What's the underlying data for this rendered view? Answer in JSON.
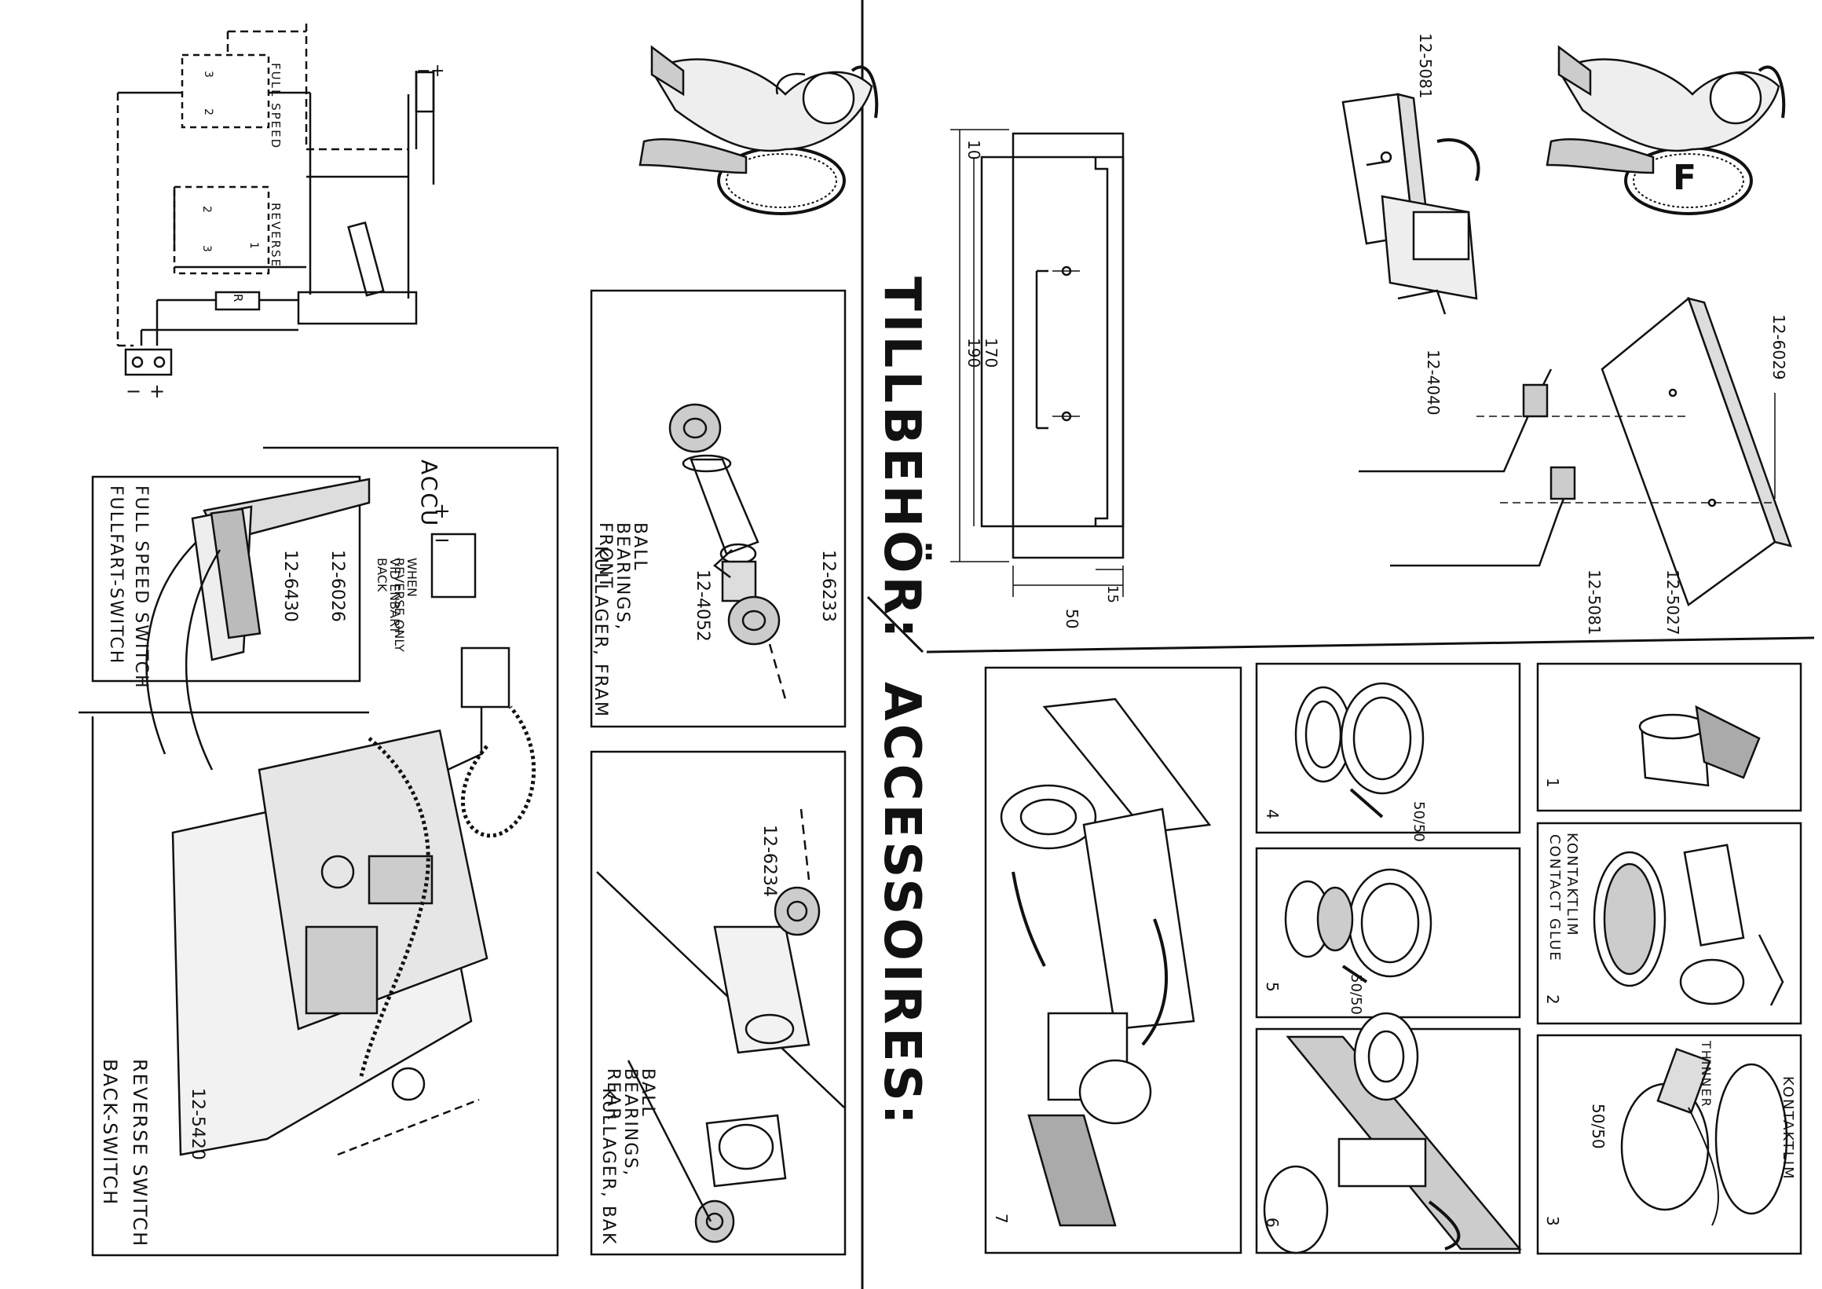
{
  "headings": {
    "tillbehor": "TILLBEHÖR:",
    "accessoires": "ACCESSOIRES:"
  },
  "wiring": {
    "full_speed": "FULL SPEED",
    "reverse": "REVERSE",
    "resistor": "R",
    "pin_3": "3",
    "pin_2": "2",
    "pin_2b": "2",
    "pin_3b": "3",
    "pin_1": "1",
    "minus": "−",
    "plus": "+",
    "plus_top": "+",
    "minus_top": "−"
  },
  "assembly": {
    "accu": "ACCU",
    "accu_plus": "+",
    "accu_minus": "−",
    "when_reverse": "WHEN REVERSE ONLY",
    "vid_enbart": "VID ENBART BACK",
    "part_6026": "12-6026",
    "part_6430": "12-6430",
    "full_speed_switch": "FULL SPEED SWITCH",
    "fullfart_switch": "FULLFART-SWITCH",
    "part_5420": "12-5420",
    "reverse_switch": "REVERSE SWITCH",
    "back_switch": "BACK-SWITCH"
  },
  "front_bearings": {
    "part_6233": "12-6233",
    "part_4052": "12-4052",
    "title_en": "BALL BEARINGS, FRONT",
    "title_sv": "KULLAGER, FRAM"
  },
  "rear_bearings": {
    "part_6234": "12-6234",
    "title_en": "BALL BEARINGS, REAR",
    "title_sv": "KULLAGER, BAK"
  },
  "template": {
    "dim_10": "10",
    "dim_170": "170",
    "dim_190": "190",
    "dim_15": "15",
    "dim_50": "50"
  },
  "right_parts": {
    "part_5081_top": "12-5081",
    "part_4040": "12-4040",
    "part_6029": "12-6029",
    "part_5081": "12-5081",
    "part_5027": "12-5027",
    "logo_letter": "F"
  },
  "steps": [
    {
      "num": "1"
    },
    {
      "num": "2",
      "label_a": "KONTAKTLIM",
      "label_b": "CONTACT GLUE"
    },
    {
      "num": "3",
      "label_a": "KONTAKTLIM",
      "label_b": "THINNER",
      "ratio": "50/50"
    },
    {
      "num": "4",
      "ratio": "50/50"
    },
    {
      "num": "5",
      "ratio": "50/50"
    },
    {
      "num": "6"
    },
    {
      "num": "7"
    }
  ]
}
